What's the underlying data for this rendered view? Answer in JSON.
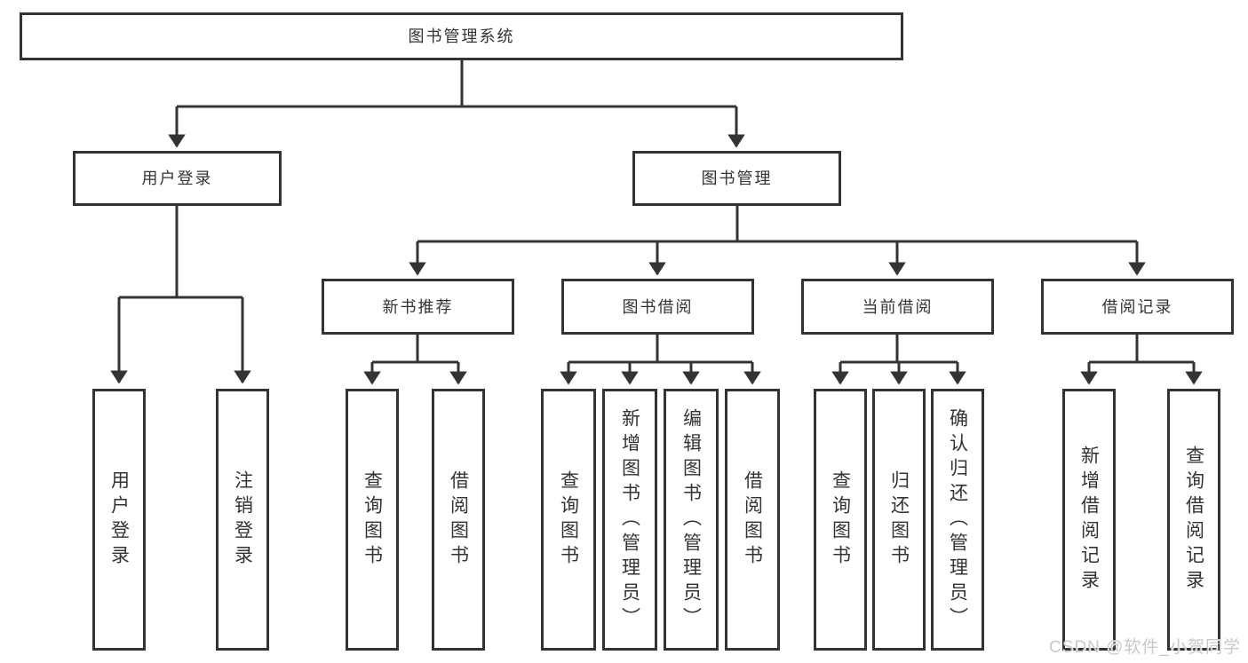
{
  "tree": {
    "label": "图书管理系统",
    "children": [
      {
        "label": "用户登录",
        "children": [
          {
            "label": "用户登录"
          },
          {
            "label": "注销登录"
          }
        ]
      },
      {
        "label": "图书管理",
        "children": [
          {
            "label": "新书推荐",
            "children": [
              {
                "label": "查询图书"
              },
              {
                "label": "借阅图书"
              }
            ]
          },
          {
            "label": "图书借阅",
            "children": [
              {
                "label": "查询图书"
              },
              {
                "label": "新增图书（管理员）"
              },
              {
                "label": "编辑图书（管理员）"
              },
              {
                "label": "借阅图书"
              }
            ]
          },
          {
            "label": "当前借阅",
            "children": [
              {
                "label": "查询图书"
              },
              {
                "label": "归还图书"
              },
              {
                "label": "确认归还（管理员）"
              }
            ]
          },
          {
            "label": "借阅记录",
            "children": [
              {
                "label": "新增借阅记录"
              },
              {
                "label": "查询借阅记录"
              }
            ]
          }
        ]
      }
    ]
  },
  "watermark": {
    "text": "CSDN @软件_小贺同学"
  },
  "colors": {
    "line": "#333333",
    "text": "#333333",
    "box_background": "#ffffff",
    "watermark_text": "#c9c9c9",
    "background": "#ffffff"
  }
}
